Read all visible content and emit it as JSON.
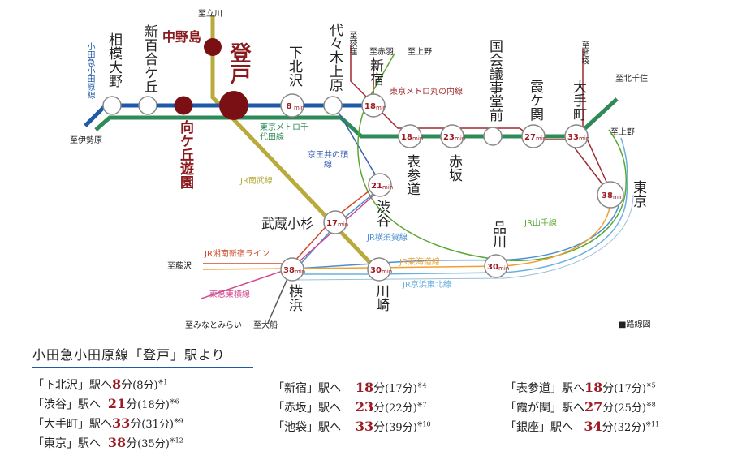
{
  "stations": {
    "noborito": "登戸",
    "nakanoshima": "中野島",
    "mukogaoka_yuen": "向ケ丘遊園",
    "shinyurigaoka": "新百合ケ丘",
    "sagami_ono": "相模大野",
    "shimokitazawa": "下北沢",
    "yoyogi_uehara": "代々木上原",
    "shinjuku": "新宿",
    "omotesando": "表参道",
    "akasaka": "赤坂",
    "kokkai": "国会議事堂前",
    "kasumigaseki": "霞ケ関",
    "otemachi": "大手町",
    "tokyo": "東京",
    "shibuya": "渋谷",
    "musashi_kosugi": "武蔵小杉",
    "shinagawa": "品川",
    "kawasaki": "川崎",
    "yokohama": "横浜"
  },
  "minutes": {
    "shimokitazawa": "8",
    "shinjuku": "18",
    "omotesando": "18",
    "akasaka": "23",
    "kasumigaseki": "27",
    "otemachi": "33",
    "tokyo": "38",
    "shibuya": "21",
    "musashi_kosugi": "17",
    "yokohama": "38",
    "kawasaki": "30",
    "shinagawa": "30",
    "unit": "min"
  },
  "directions": {
    "tachikawa": "至立川",
    "ogikubo": "至荻窪",
    "akabane": "至赤羽",
    "ueno_top": "至上野",
    "ikebukuro": "至池袋",
    "kita_senju": "至北千住",
    "ueno_right": "至上野",
    "isehara": "至伊勢原",
    "fujisawa": "至藤沢",
    "minatomirai": "至みなとみらい",
    "ofuna": "至大船"
  },
  "lines": {
    "odakyu": "小田急小田原線",
    "chiyoda": "東京メトロ千代田線",
    "inokashira": "京王井の頭線",
    "nambu": "JR南武線",
    "marunouchi": "東京メトロ丸の内線",
    "yamanote": "JR山手線",
    "yokosuka": "JR横須賀線",
    "shonan_shinjuku": "JR湘南新宿ライン",
    "tokaido": "JR東海道線",
    "keihin_tohoku": "JR京浜東北線",
    "toyoko": "東急東横線"
  },
  "colors": {
    "odakyu": "#1e5aa8",
    "chiyoda": "#2e8b57",
    "nambu": "#b8ab3c",
    "marunouchi": "#a0282e",
    "yamanote": "#5aa832",
    "inokashira": "#3a5fb0",
    "yokosuka": "#4a8fd0",
    "shonan_shinjuku": "#d04a2a",
    "tokaido": "#f0a030",
    "keihin_tohoku": "#68b0e0",
    "toyoko": "#d04a90",
    "station_badge": "#9c1c24",
    "highlight": "#8a1a1e"
  },
  "legend": "■路線図",
  "footer": {
    "title": "小田急小田原線「登戸」駅より",
    "times": [
      {
        "prefix": "「下北沢」駅へ",
        "mins": "8",
        "unit": "分",
        "alt": "(8分)",
        "note": "※1"
      },
      {
        "prefix": "「渋谷」駅へ",
        "mins": "21",
        "unit": "分",
        "alt": "(18分)",
        "note": "※6"
      },
      {
        "prefix": "「大手町」駅へ",
        "mins": "33",
        "unit": "分",
        "alt": "(31分)",
        "note": "※9"
      },
      {
        "prefix": "「東京」駅へ",
        "mins": "38",
        "unit": "分",
        "alt": "(35分)",
        "note": "※12"
      },
      {
        "prefix": "「新宿」駅へ",
        "mins": "18",
        "unit": "分",
        "alt": "(17分)",
        "note": "※4"
      },
      {
        "prefix": "「赤坂」駅へ",
        "mins": "23",
        "unit": "分",
        "alt": "(22分)",
        "note": "※7"
      },
      {
        "prefix": "「池袋」駅へ",
        "mins": "33",
        "unit": "分",
        "alt": "(39分)",
        "note": "※10"
      },
      {
        "prefix": "「表参道」駅へ",
        "mins": "18",
        "unit": "分",
        "alt": "(17分)",
        "note": "※5"
      },
      {
        "prefix": "「霞が関」駅へ",
        "mins": "27",
        "unit": "分",
        "alt": "(25分)",
        "note": "※8"
      },
      {
        "prefix": "「銀座」駅へ",
        "mins": "34",
        "unit": "分",
        "alt": "(32分)",
        "note": "※11"
      }
    ]
  }
}
